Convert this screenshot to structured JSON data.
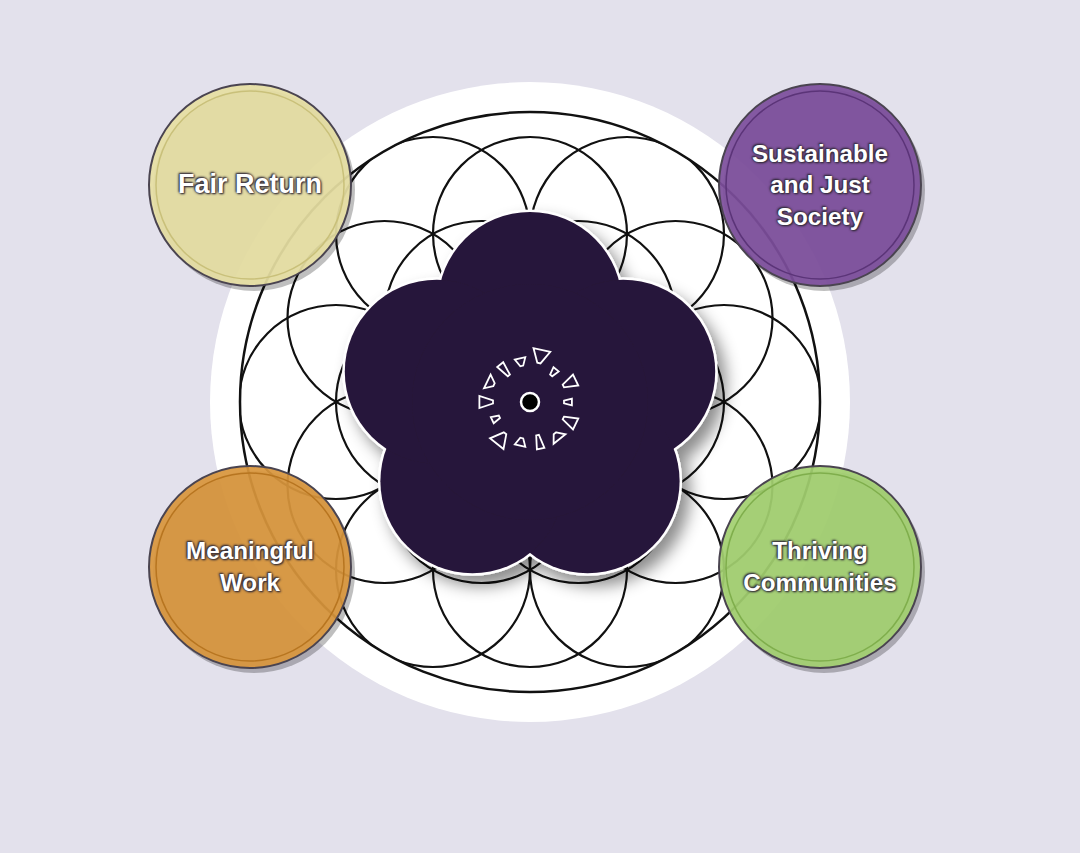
{
  "diagram": {
    "nodes": [
      {
        "text": [
          "Fair Return"
        ]
      },
      {
        "text": [
          "Sustainable and Just Society"
        ]
      },
      {
        "text": [
          "Meaningful Work"
        ]
      },
      {
        "text": [
          "Thriving Communities"
        ]
      }
    ]
  }
}
